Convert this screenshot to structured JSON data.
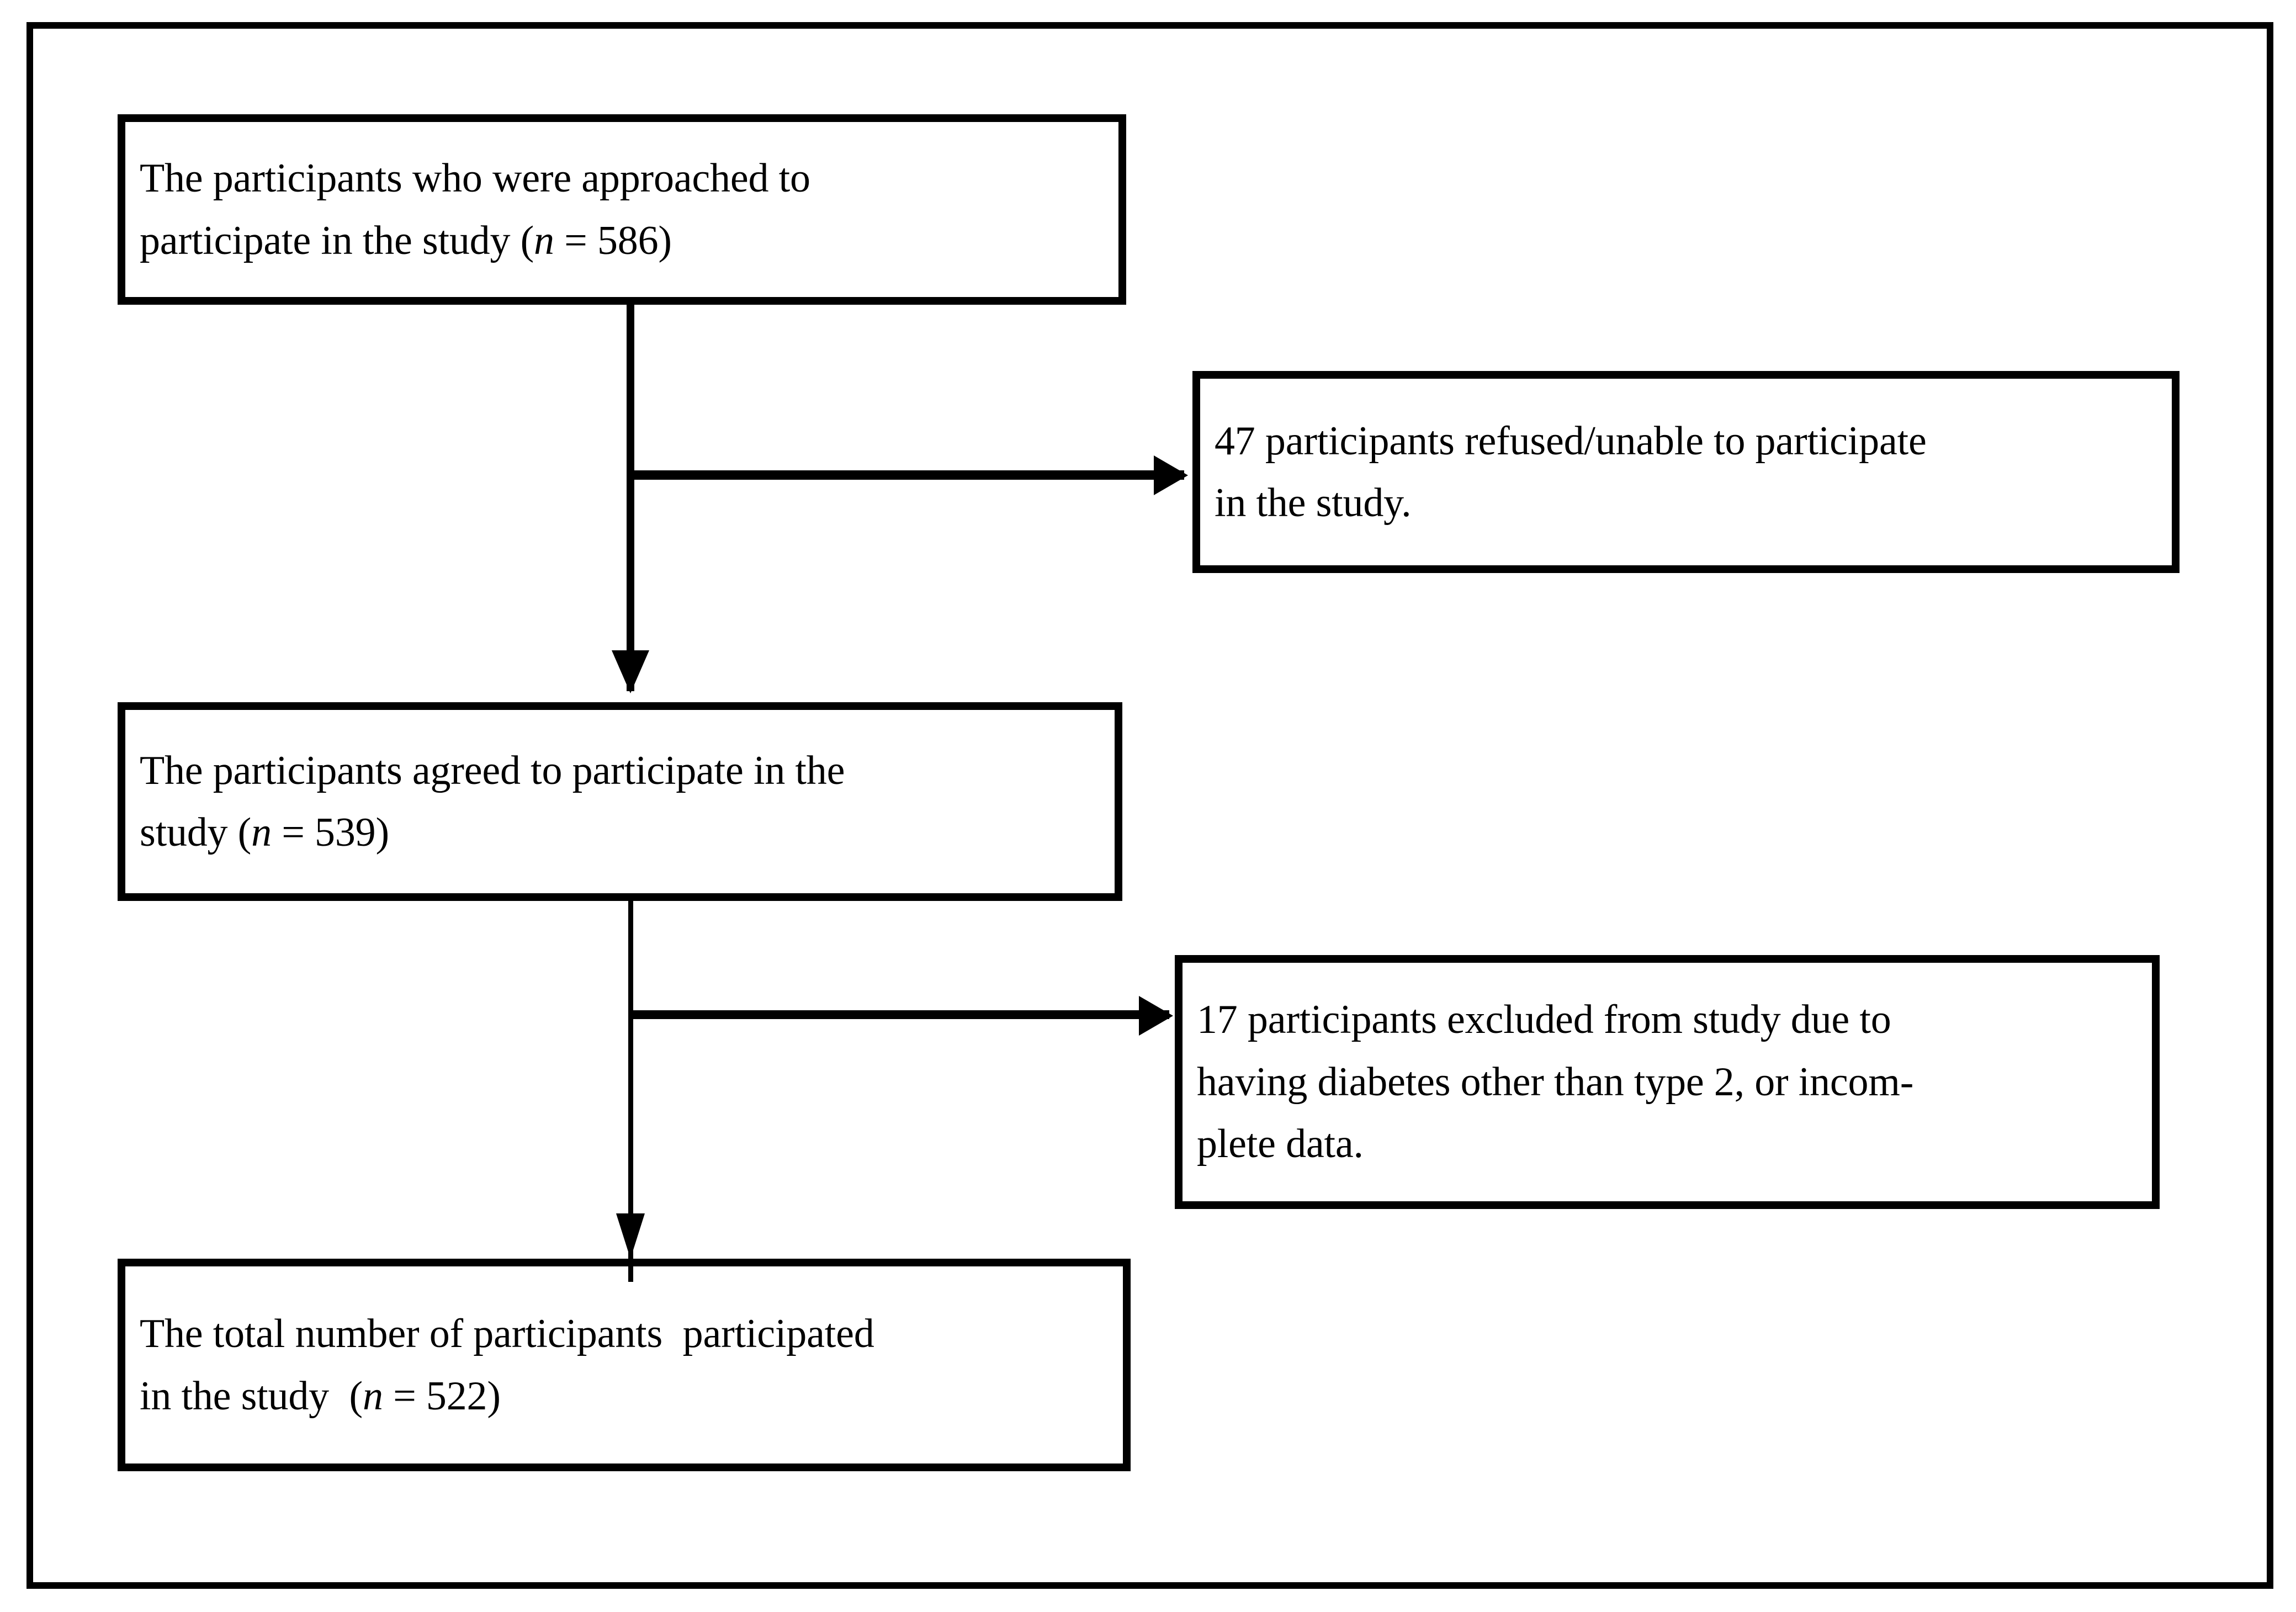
{
  "figure": {
    "type": "participant-flow-diagram",
    "title": "",
    "outer_frame": true,
    "nodes": [
      {
        "id": "approached",
        "name": "box-approached",
        "lines": [
          "The participants who were approached to",
          "participate in the study ("
        ],
        "italic_symbol": "n",
        "value_text": " = 586)",
        "n": 586,
        "full_text": "The participants who were approached to participate in the study (n = 586)"
      },
      {
        "id": "refused",
        "name": "box-refused",
        "lines": [
          "47 participants refused/unable to participate",
          "in the study."
        ],
        "italic_symbol": "",
        "value_text": "",
        "n": 47,
        "full_text": "47 participants refused/unable to participate in the study."
      },
      {
        "id": "agreed",
        "name": "box-agreed",
        "lines": [
          "The participants agreed to participate in the",
          "study ("
        ],
        "italic_symbol": "n",
        "value_text": " = 539)",
        "n": 539,
        "full_text": "The participants agreed to participate in the study (n = 539)"
      },
      {
        "id": "excluded",
        "name": "box-excluded",
        "lines": [
          "17 participants excluded from study due to",
          "having diabetes other than type 2, or incom-",
          "plete data."
        ],
        "italic_symbol": "",
        "value_text": "",
        "n": 17,
        "full_text": "17 participants excluded from study due to having diabetes other than type 2, or incomplete data."
      },
      {
        "id": "total",
        "name": "box-total",
        "lines": [
          "The total number of participants  participated",
          "in the study  ("
        ],
        "italic_symbol": "n",
        "value_text": " = 522)",
        "n": 522,
        "full_text": "The total number of participants  participated in the study  (n = 522)"
      }
    ],
    "edges": [
      {
        "id": "approached-to-agreed",
        "from": "approached",
        "to": "agreed",
        "direction": "down",
        "label": ""
      },
      {
        "id": "approached-to-refused",
        "from": "approached",
        "to": "refused",
        "direction": "right",
        "label": ""
      },
      {
        "id": "agreed-to-total",
        "from": "agreed",
        "to": "total",
        "direction": "down",
        "label": ""
      },
      {
        "id": "agreed-to-excluded",
        "from": "agreed",
        "to": "excluded",
        "direction": "right",
        "label": ""
      }
    ],
    "colors": {
      "stroke": "#000000",
      "fill": "#ffffff",
      "text": "#000000"
    }
  }
}
